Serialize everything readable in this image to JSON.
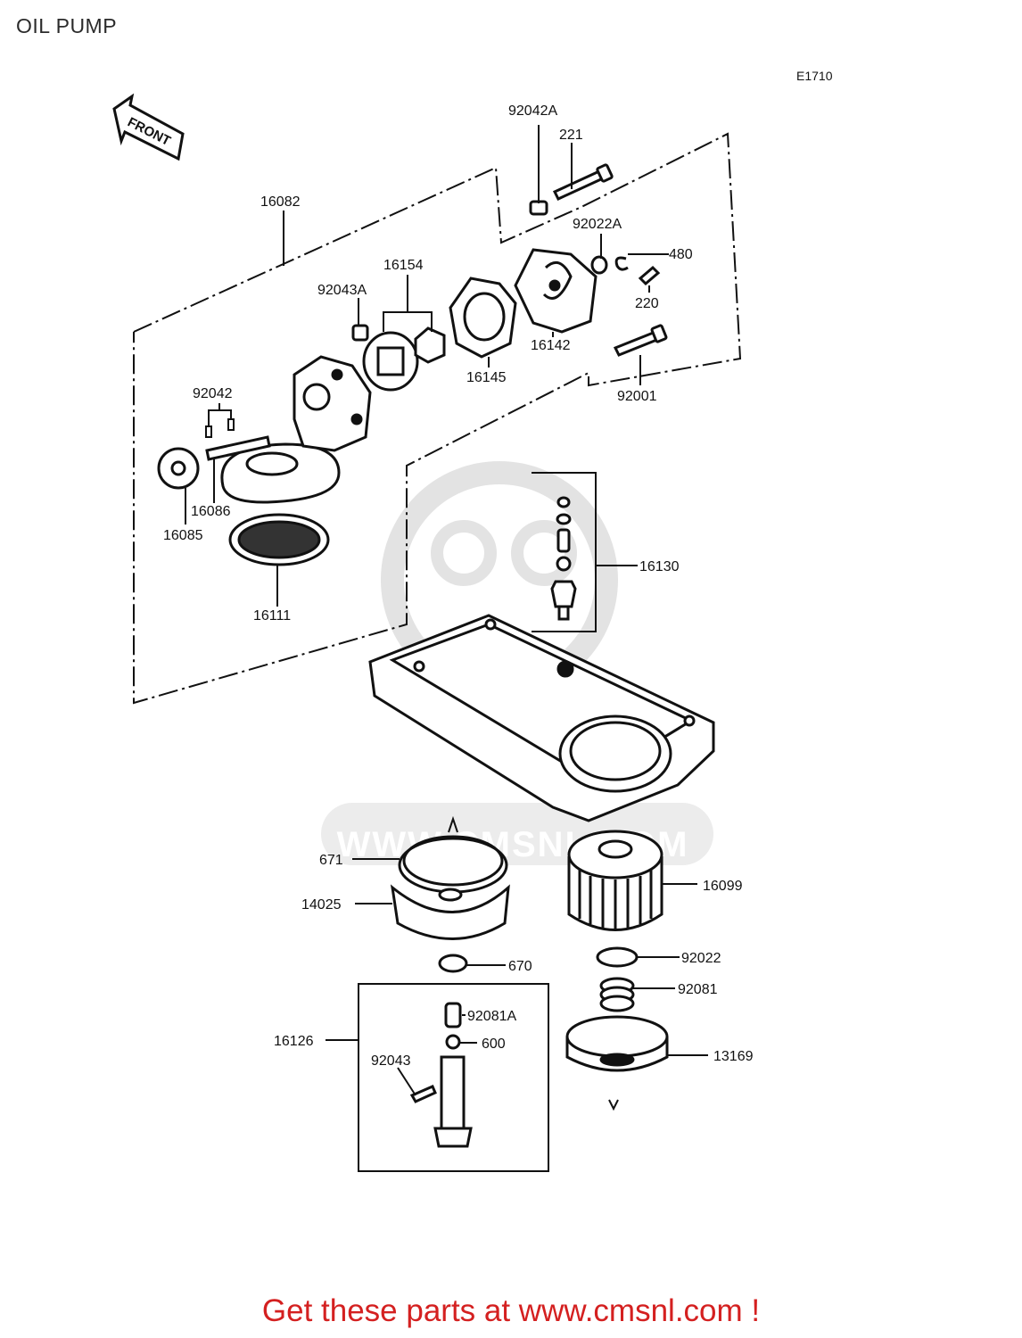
{
  "header": {
    "title": "OIL PUMP",
    "diagram_code": "E1710"
  },
  "front_marker": "FRONT",
  "watermark": "WWW.CMSNL.COM",
  "footer": {
    "text": "Get these parts at www.cmsnl.com !"
  },
  "parts": {
    "p92042A": "92042A",
    "p221": "221",
    "p16082": "16082",
    "p92022A": "92022A",
    "p480": "480",
    "p16154": "16154",
    "p92043A": "92043A",
    "p220": "220",
    "p16142": "16142",
    "p16145": "16145",
    "p92001": "92001",
    "p92042": "92042",
    "p16086": "16086",
    "p16085": "16085",
    "p16130": "16130",
    "p16111": "16111",
    "p671": "671",
    "p16099": "16099",
    "p14025": "14025",
    "p670": "670",
    "p92022": "92022",
    "p92081": "92081",
    "p92081A": "92081A",
    "p16126": "16126",
    "p600": "600",
    "p13169": "13169",
    "p92043": "92043"
  },
  "colors": {
    "ink": "#111111",
    "footer": "#d42020",
    "watermark": "#d8d8d8"
  }
}
